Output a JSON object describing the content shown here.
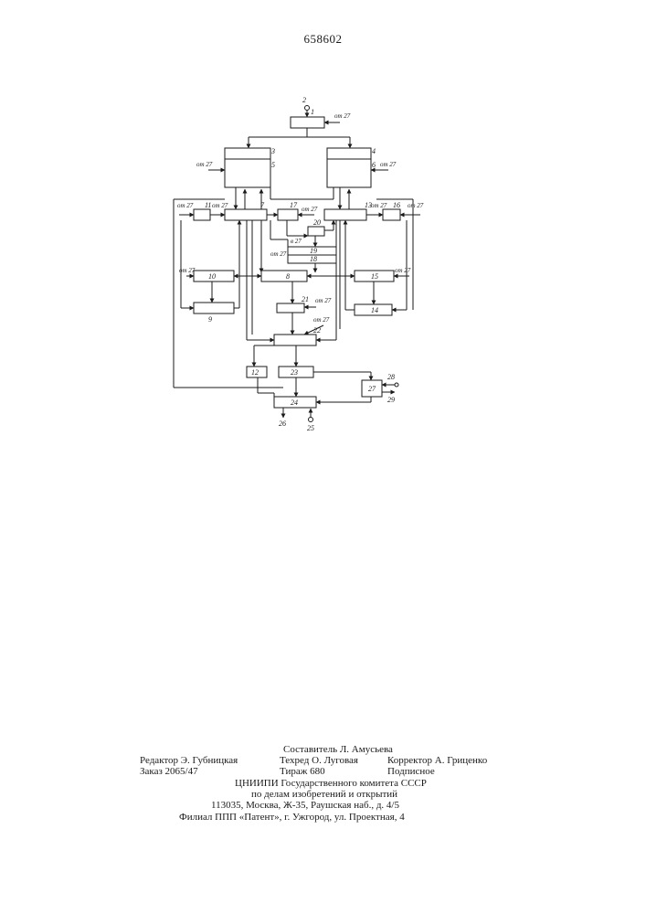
{
  "header": {
    "patent_number": "658602"
  },
  "diagram": {
    "block_labels": {
      "b1": "1",
      "b3": "3",
      "b4": "4",
      "b5": "5",
      "b6": "6",
      "b7": "7",
      "b8": "8",
      "b9": "9",
      "b10": "10",
      "b11": "11",
      "b12": "12",
      "b13": "13",
      "b14": "14",
      "b15": "15",
      "b16": "16",
      "b17": "17",
      "b18": "18",
      "b19": "19",
      "b20": "20",
      "b21": "21",
      "b22": "22",
      "b23": "23",
      "b24": "24",
      "b27": "27"
    },
    "terminal_labels": {
      "t2": "2",
      "t25": "25",
      "t26": "26",
      "t28": "28",
      "t29": "29"
    },
    "signal_labels": {
      "s1": "от 27",
      "s5": "от 27",
      "s6": "от 27",
      "s11": "от 27",
      "s11b": "от 27",
      "s13": "от 27",
      "s16": "от 27",
      "s17": "от 27",
      "s20": "в 27",
      "s19": "от 27",
      "s10": "от 27",
      "s15": "от 27",
      "s21": "от 27",
      "s22": "от 27"
    }
  },
  "colophon": {
    "compiler": "Составитель Л. Амусьева",
    "editor": "Редактор Э. Губницкая",
    "tech_editor": "Техред О. Луговая",
    "corrector": "Корректор А. Гриценко",
    "order": "Заказ 2065/47",
    "circulation": "Тираж 680",
    "subscription": "Подписное",
    "org_line1": "ЦНИИПИ Государственного комитета СССР",
    "org_line2": "по делам изобретений и открытий",
    "address": "113035, Москва, Ж-35, Раушская наб., д. 4/5",
    "branch": "Филиал ППП «Патент», г. Ужгород, ул. Проектная, 4"
  }
}
